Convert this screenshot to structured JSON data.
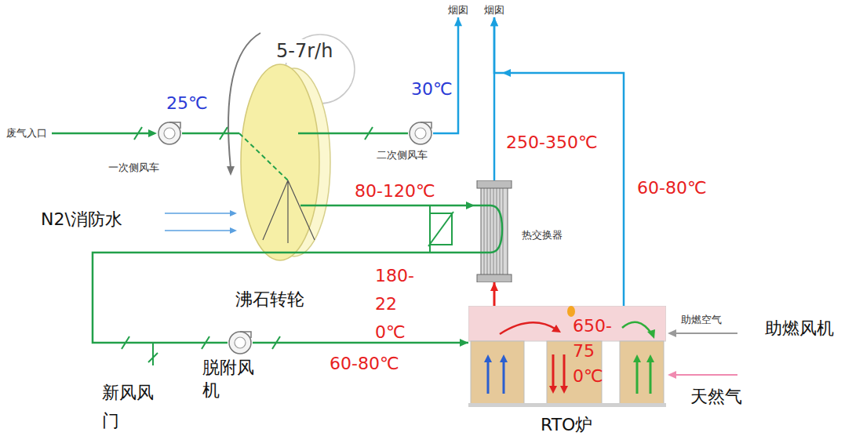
{
  "diagram": {
    "nodes": [
      {
        "text": [
          "沸石转轮"
        ]
      },
      {
        "text": [
          "热交换器"
        ]
      },
      {
        "text": [
          "RTO炉"
        ]
      },
      {
        "text": [
          "一次侧风车"
        ]
      },
      {
        "text": [
          "二次侧风车"
        ]
      },
      {
        "text": [
          "脱附风机"
        ]
      },
      {
        "text": [
          "烟囱"
        ]
      },
      {
        "text": [
          "烟囱"
        ]
      }
    ],
    "edges": [
      {
        "from": 3,
        "to": 0,
        "label": "25℃",
        "arrow": "none"
      },
      {
        "from": 0,
        "to": 4,
        "arrow": "none"
      },
      {
        "from": 4,
        "to": 6,
        "label": "30℃",
        "arrow": "to"
      },
      {
        "from": 1,
        "to": 7,
        "label": "250-350℃",
        "arrow": "to"
      },
      {
        "from": 2,
        "to": 7,
        "label": "60-80℃",
        "arrow": "to"
      },
      {
        "from": 0,
        "to": 1,
        "label": "80-120℃",
        "arrow": "to"
      },
      {
        "from": 1,
        "to": 0,
        "label": "180-220℃",
        "arrow": "none"
      },
      {
        "from": 2,
        "to": 1,
        "arrow": "to"
      },
      {
        "from": 0,
        "to": 5,
        "arrow": "none"
      },
      {
        "from": 5,
        "to": 2,
        "label": "60-80℃",
        "arrow": "to"
      }
    ],
    "labels": [
      "废气入口",
      "5-7r/h",
      "N2\\消防水",
      "新风风门",
      "650-750℃",
      "助燃空气",
      "助燃风机",
      "天然气"
    ]
  }
}
